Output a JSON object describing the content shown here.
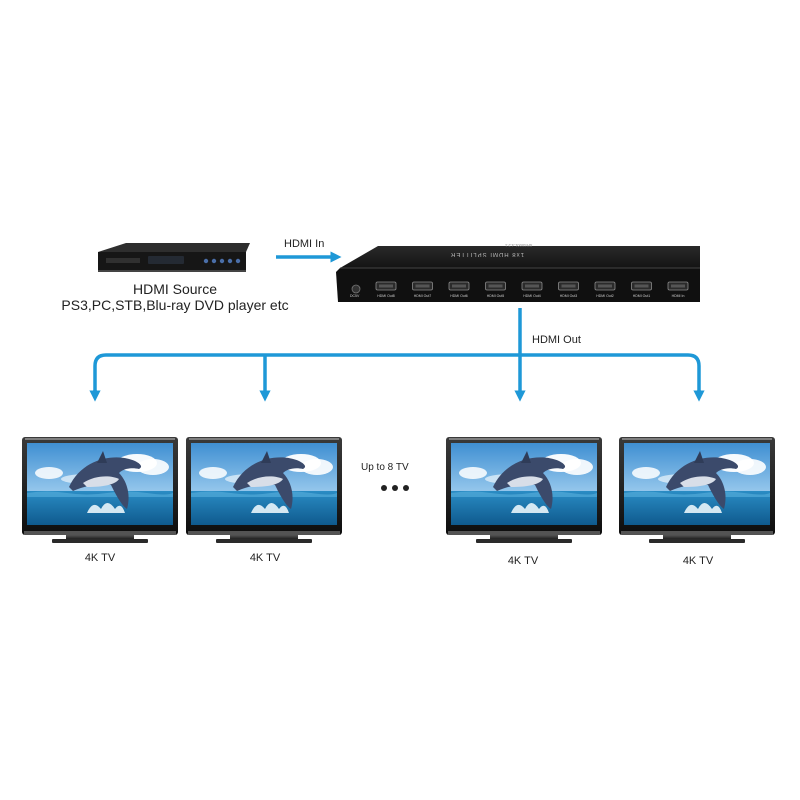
{
  "source": {
    "title": "HDMI Source",
    "subtitle": "PS3,PC,STB,Blu-ray DVD player etc"
  },
  "labels": {
    "hdmi_in": "HDMI  In",
    "hdmi_out": "HDMI Out",
    "up_to": "Up to 8 TV"
  },
  "splitter": {
    "title": "1x8 HDMI SPLITTER",
    "model": "SRS0001-4.2.1",
    "dc_label": "DC5V",
    "ports": [
      "HDMI Out8",
      "HDMI Out7",
      "HDMI Out6",
      "HDMI Out5",
      "HDMI Out4",
      "HDMI Out3",
      "HDMI Out2",
      "HDMI Out1",
      "HDMI In"
    ]
  },
  "tvs": [
    {
      "label": "4K TV"
    },
    {
      "label": "4K TV"
    },
    {
      "label": "4K TV"
    },
    {
      "label": "4K TV"
    }
  ],
  "colors": {
    "arrow": "#1e98d7",
    "device": "#1c1c1c",
    "sky": "#5fa6dd",
    "sea": "#1f7fb4"
  }
}
